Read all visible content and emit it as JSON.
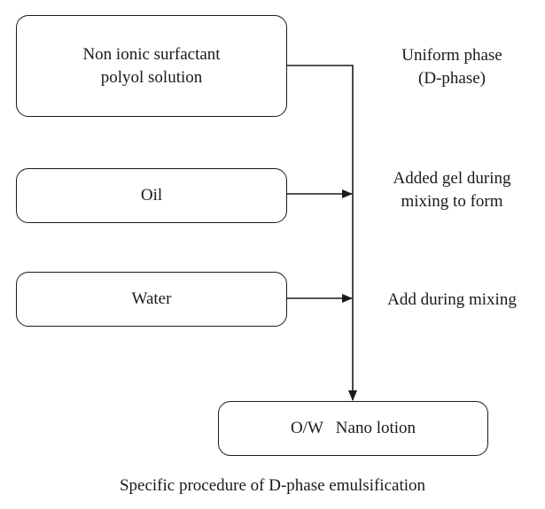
{
  "boxes": {
    "surfactant": {
      "line1": "Non ionic surfactant",
      "line2": "polyol solution"
    },
    "oil": "Oil",
    "water": "Water",
    "lotion": "O/W   Nano lotion"
  },
  "labels": {
    "uniform_line1": "Uniform phase",
    "uniform_line2": "(D-phase)",
    "gel_line1": "Added gel during",
    "gel_line2": "mixing to form",
    "add": "Add during mixing"
  },
  "caption": "Specific procedure of D-phase emulsification"
}
